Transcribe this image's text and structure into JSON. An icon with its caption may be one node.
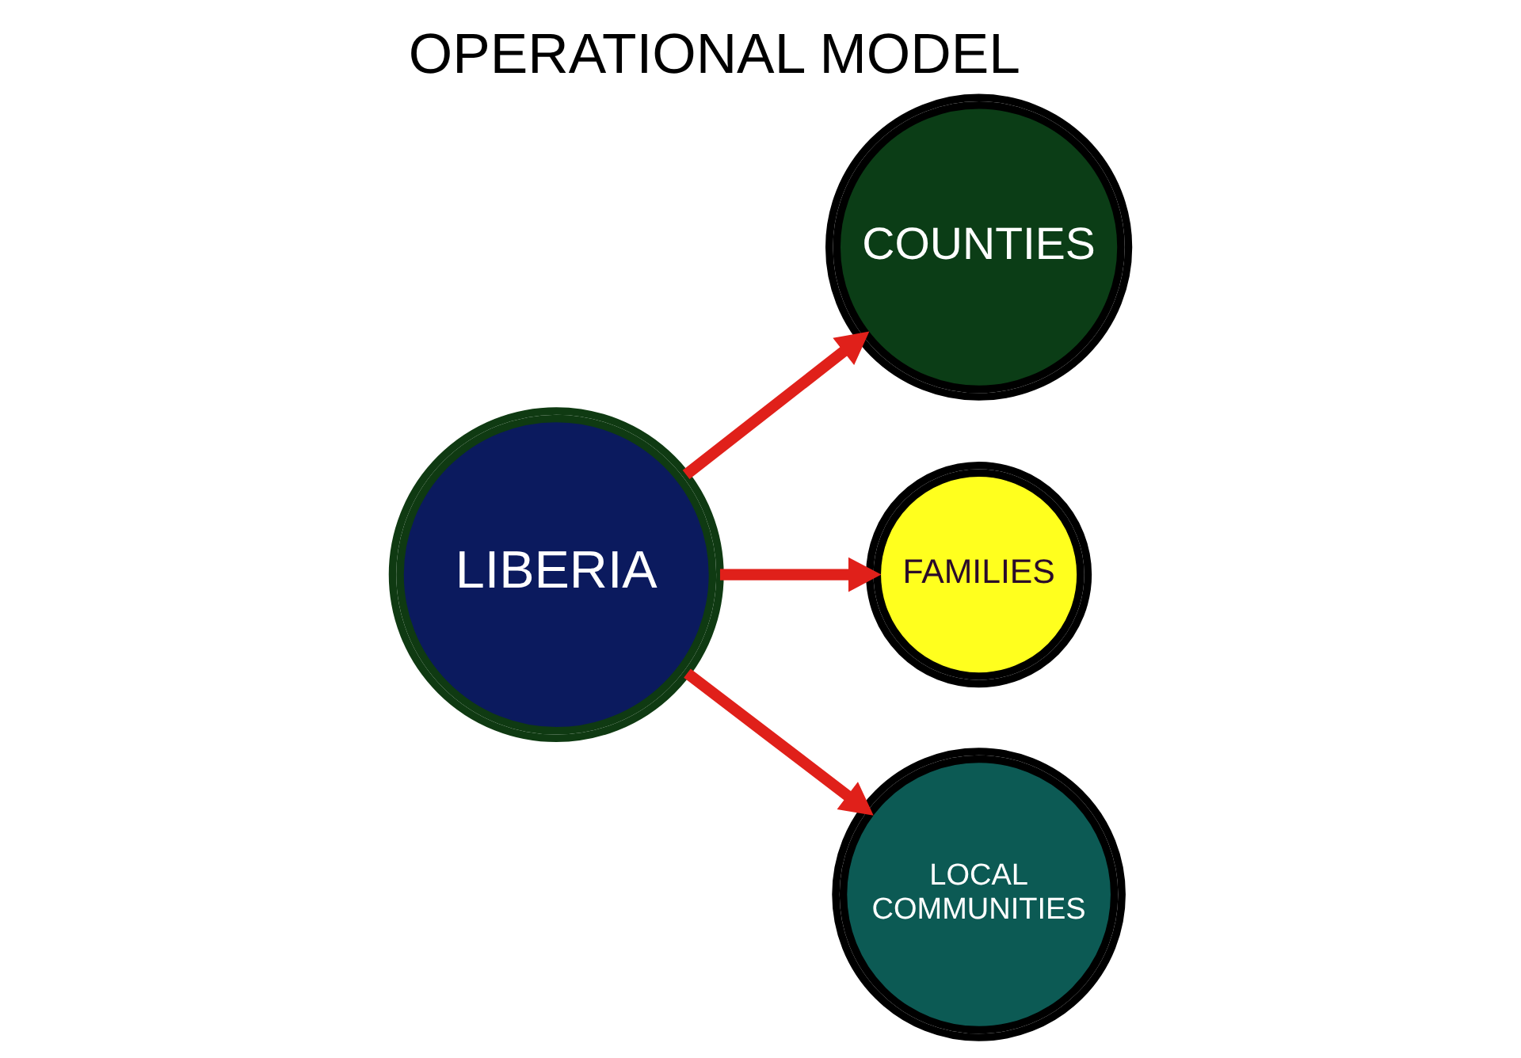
{
  "diagram": {
    "title": "OPERATIONAL MODEL",
    "nodes": [
      {
        "text": [
          "LIBERIA"
        ]
      },
      {
        "text": [
          "COUNTIES"
        ]
      },
      {
        "text": [
          "FAMILIES"
        ]
      },
      {
        "text": [
          "LOCAL COMMUNITIES"
        ]
      }
    ],
    "edges": [
      {
        "from": 0,
        "to": 1,
        "arrow": "to"
      },
      {
        "from": 0,
        "to": 2,
        "arrow": "to"
      },
      {
        "from": 0,
        "to": 3,
        "arrow": "to"
      }
    ]
  }
}
